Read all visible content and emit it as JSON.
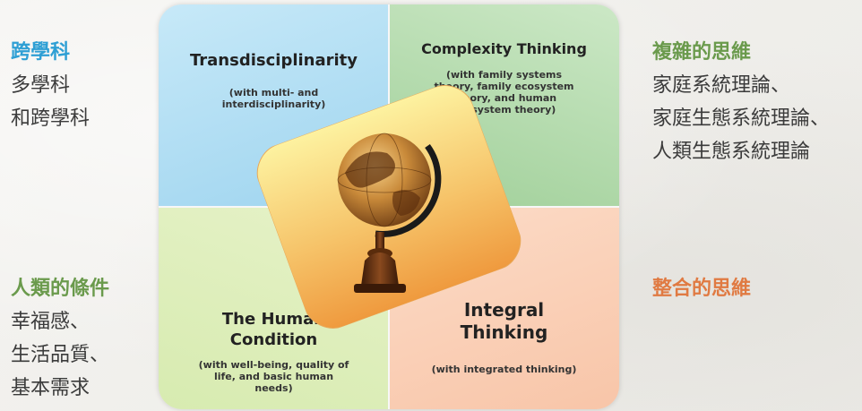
{
  "left_top": {
    "heading": "跨學科",
    "lines": [
      "多學科",
      "和跨學科"
    ]
  },
  "left_bottom": {
    "heading": "人類的條件",
    "lines": [
      "幸福感、",
      "生活品質、",
      "基本需求"
    ]
  },
  "right_top": {
    "heading": "複雜的思維",
    "lines": [
      "家庭系統理論、",
      "家庭生態系統理論、",
      "人類生態系統理論"
    ]
  },
  "right_bottom": {
    "heading": "整合的思維"
  },
  "diagram": {
    "top_left": {
      "title": "Transdisciplinarity",
      "subtitle": [
        "(with multi- and",
        "interdisciplinarity)"
      ]
    },
    "top_right": {
      "title": "Complexity Thinking",
      "subtitle": [
        "(with family systems",
        "theory, family ecosystem",
        "theory, and human",
        "ecosystem theory)"
      ]
    },
    "bottom_left": {
      "title": [
        "The Human",
        "Condition"
      ],
      "subtitle": [
        "(with well-being, quality of",
        "life, and basic human",
        "needs)"
      ]
    },
    "bottom_right": {
      "title": [
        "Integral",
        "Thinking"
      ],
      "subtitle": [
        "(with integrated thinking)"
      ]
    }
  },
  "colors": {
    "heading_blue": "#2e9fd4",
    "heading_green": "#6a9a4c",
    "heading_orange": "#e07a42",
    "quad_blue": "#b3ddf3",
    "quad_green": "#b5dcae",
    "quad_lime": "#dcedbb",
    "quad_peach": "#f9cfb5"
  },
  "icons": {
    "center": "globe-icon"
  }
}
